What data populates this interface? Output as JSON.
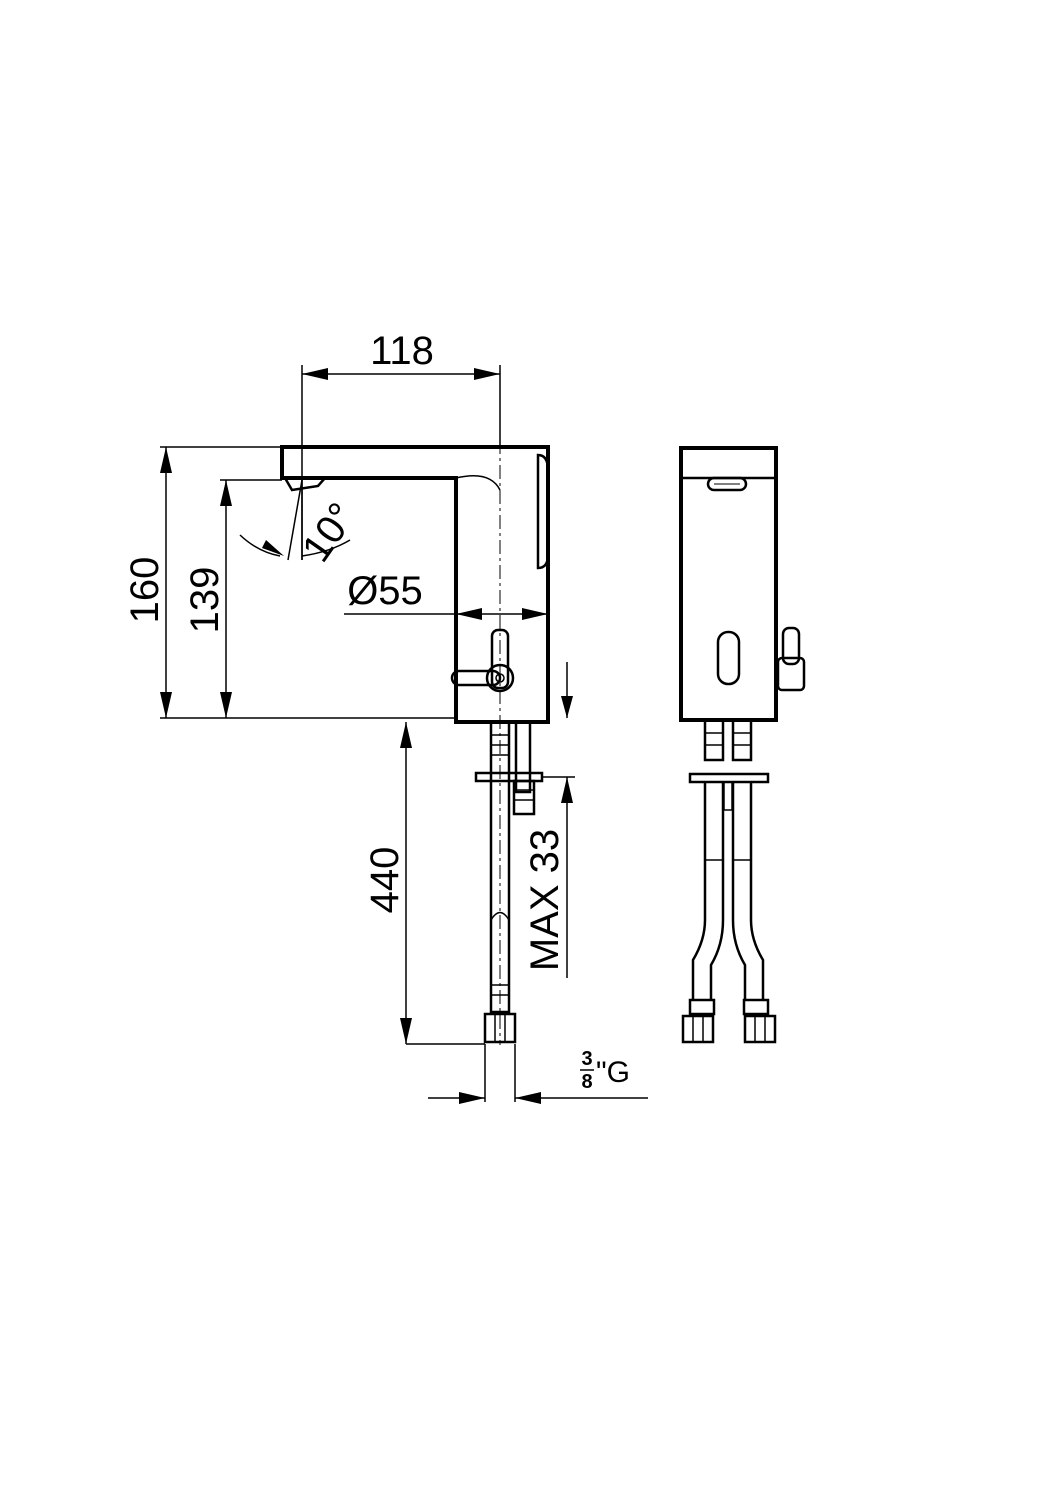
{
  "dimensions": {
    "spout_reach": "118",
    "total_height": "160",
    "spout_height": "139",
    "spout_angle": "10°",
    "body_diameter": "Ø55",
    "hose_length": "440",
    "max_deck_thickness": "MAX 33",
    "thread_numerator": "3",
    "thread_denominator": "8",
    "thread_suffix": "\"G"
  },
  "colors": {
    "line": "#000000",
    "background": "#ffffff"
  }
}
